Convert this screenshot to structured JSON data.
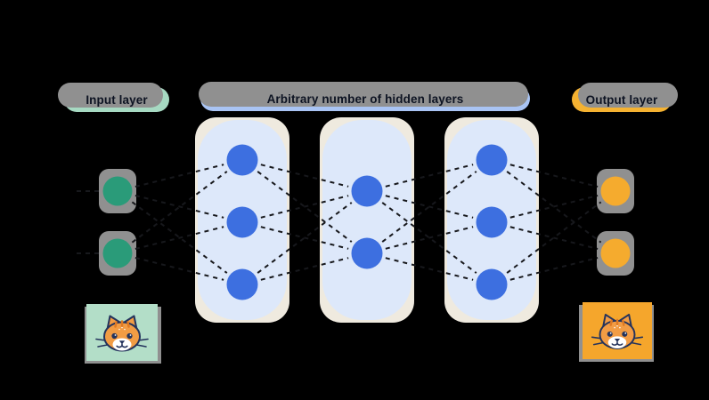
{
  "badges": {
    "input_label": "Input layer",
    "hidden_label": "Arbitrary number of hidden layers",
    "output_label": "Output layer"
  },
  "network": {
    "input_neurons": 2,
    "hidden_layers": [
      3,
      2,
      3
    ],
    "output_neurons": 2,
    "connectivity": "all-to-all between adjacent layers",
    "connection_style": "dashed"
  },
  "icons": {
    "input_image": "cat-icon",
    "output_image": "cat-icon"
  },
  "colors": {
    "background": "#000000",
    "neuron_blue": "#3d6fe0",
    "input_green": "#2a9b79",
    "output_orange": "#f5ab2e",
    "column_bg": "#dde8fa",
    "column_edge": "#efeadf",
    "badge_input_bg": "#a6d9c2",
    "badge_hidden_bg": "#a9c4f4",
    "badge_output_bg": "#f5b231",
    "badge_text": "#0d1322",
    "connection": "#17181c",
    "cat_left_bg": "#b3dec8",
    "cat_right_bg": "#f5a62c",
    "shadow_gray": "#909090",
    "cat_orange": "#f29c44",
    "cat_outline": "#24335c",
    "cat_stripe": "#e07a22"
  }
}
